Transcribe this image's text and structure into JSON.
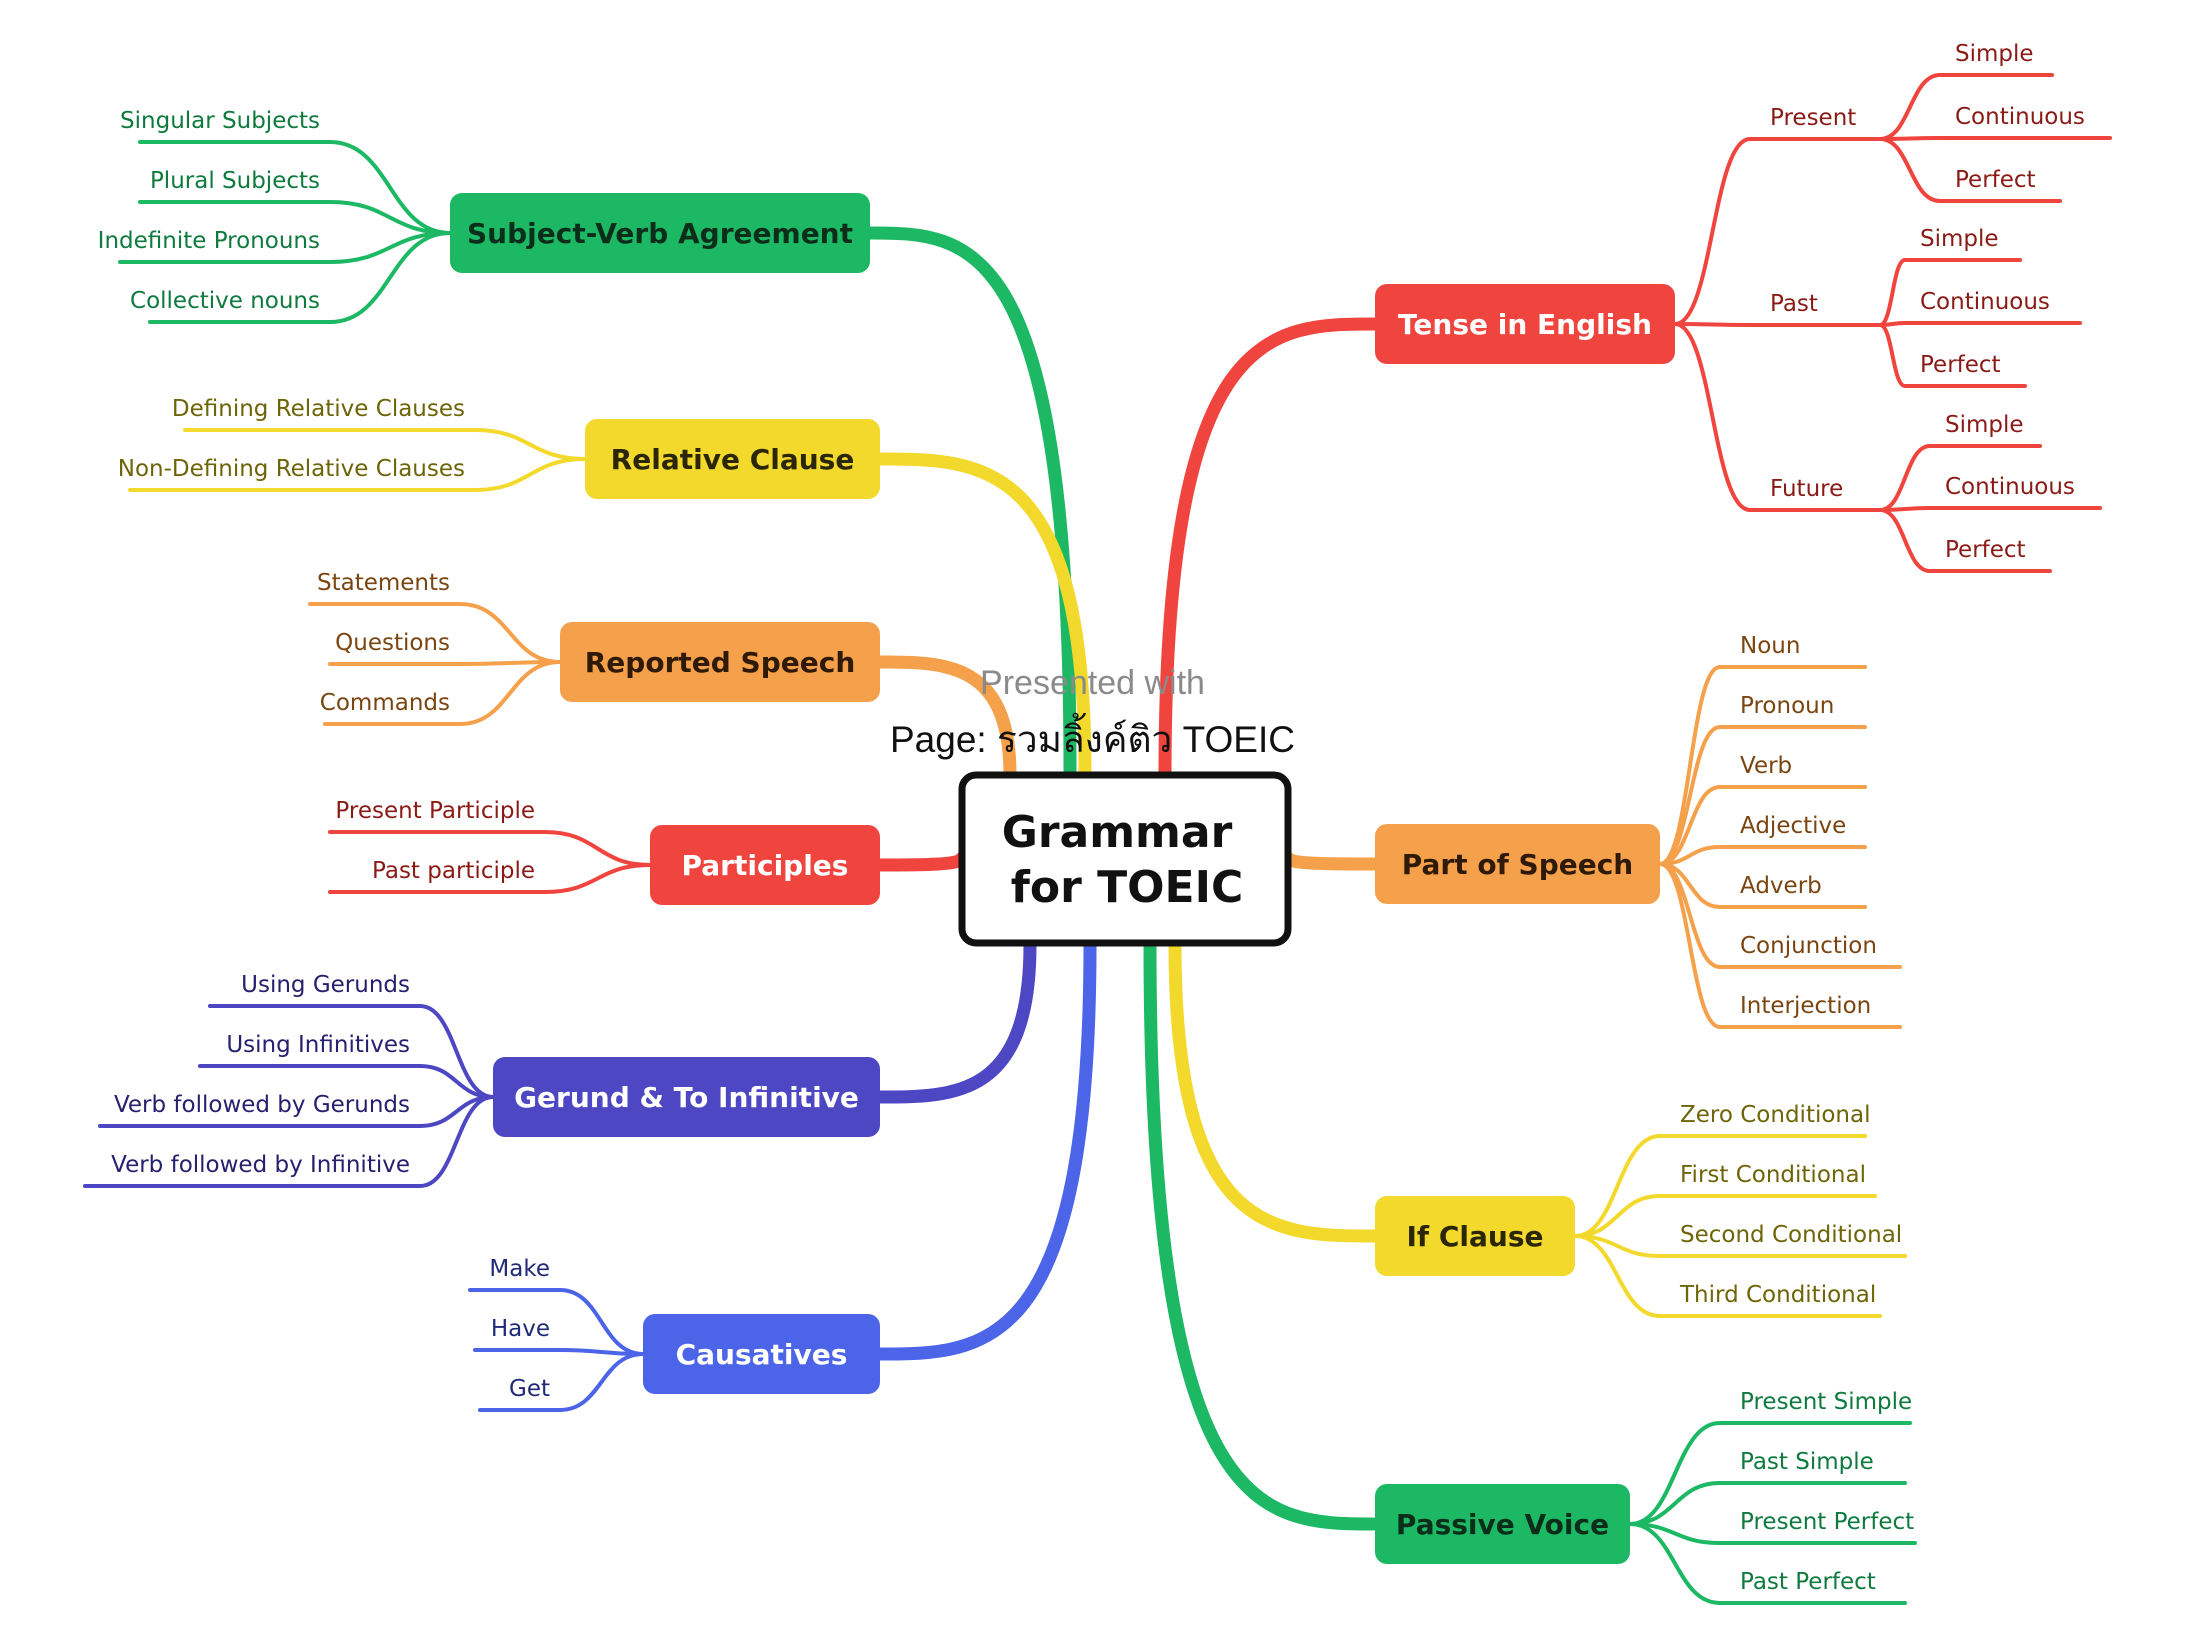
{
  "center": {
    "lines": [
      "Grammar",
      "for TOEIC"
    ]
  },
  "watermark": {
    "line1": "Presented with",
    "line2": "Page: รวมลิ้งค์ติว TOEIC"
  },
  "topics": [
    {
      "id": "subject-verb-agreement",
      "side": "left",
      "color": "#1db864",
      "text_color": "#0f7a3e",
      "title_color": "#0b2e1a",
      "label": "Subject-Verb Agreement",
      "items": [
        {
          "label": "Singular  Subjects"
        },
        {
          "label": "Plural Subjects"
        },
        {
          "label": "Indefinite Pronouns"
        },
        {
          "label": "Collective nouns"
        }
      ]
    },
    {
      "id": "relative-clause",
      "side": "left",
      "color": "#f2d92c",
      "text_color": "#6e6408",
      "title_color": "#2b2605",
      "label": "Relative Clause",
      "items": [
        {
          "label": "Defining Relative Clauses"
        },
        {
          "label": "Non-Defining Relative Clauses"
        }
      ]
    },
    {
      "id": "reported-speech",
      "side": "left",
      "color": "#f5a04a",
      "text_color": "#7a4510",
      "title_color": "#2e1a06",
      "label": "Reported Speech",
      "items": [
        {
          "label": "Statements"
        },
        {
          "label": "Questions"
        },
        {
          "label": "Commands"
        }
      ]
    },
    {
      "id": "participles",
      "side": "left",
      "color": "#f0443e",
      "text_color": "#8a1a16",
      "title_color": "#ffffff",
      "label": "Participles",
      "items": [
        {
          "label": "Present Participle"
        },
        {
          "label": "Past participle"
        }
      ]
    },
    {
      "id": "gerund-to-infinitive",
      "side": "left",
      "color": "#4d47c4",
      "text_color": "#25216e",
      "title_color": "#ffffff",
      "label": "Gerund & To Infinitive",
      "items": [
        {
          "label": "Using Gerunds"
        },
        {
          "label": "Using Infinitives"
        },
        {
          "label": "Verb followed by Gerunds"
        },
        {
          "label": "Verb followed by Infinitive"
        }
      ]
    },
    {
      "id": "causatives",
      "side": "left",
      "color": "#4c64e8",
      "text_color": "#1f2a78",
      "title_color": "#ffffff",
      "label": "Causatives",
      "items": [
        {
          "label": "Make"
        },
        {
          "label": "Have"
        },
        {
          "label": "Get"
        }
      ]
    },
    {
      "id": "tense-in-english",
      "side": "right",
      "color": "#f0443e",
      "text_color": "#8a1a16",
      "title_color": "#ffffff",
      "label": "Tense in English",
      "items": [
        {
          "label": "Present",
          "children": [
            {
              "label": "Simple"
            },
            {
              "label": "Continuous"
            },
            {
              "label": "Perfect"
            }
          ]
        },
        {
          "label": "Past",
          "children": [
            {
              "label": "Simple"
            },
            {
              "label": "Continuous"
            },
            {
              "label": "Perfect"
            }
          ]
        },
        {
          "label": "Future",
          "children": [
            {
              "label": "Simple"
            },
            {
              "label": "Continuous"
            },
            {
              "label": "Perfect"
            }
          ]
        }
      ]
    },
    {
      "id": "part-of-speech",
      "side": "right",
      "color": "#f5a04a",
      "text_color": "#7a4510",
      "title_color": "#2e1a06",
      "label": "Part of Speech",
      "items": [
        {
          "label": "Noun"
        },
        {
          "label": "Pronoun"
        },
        {
          "label": "Verb"
        },
        {
          "label": "Adjective"
        },
        {
          "label": "Adverb"
        },
        {
          "label": "Conjunction"
        },
        {
          "label": "Interjection"
        }
      ]
    },
    {
      "id": "if-clause",
      "side": "right",
      "color": "#f2d92c",
      "text_color": "#6e6408",
      "title_color": "#2b2605",
      "label": "If Clause",
      "items": [
        {
          "label": "Zero Conditional"
        },
        {
          "label": "First Conditional"
        },
        {
          "label": "Second Conditional"
        },
        {
          "label": "Third Conditional"
        }
      ]
    },
    {
      "id": "passive-voice",
      "side": "right",
      "color": "#1db864",
      "text_color": "#0f7a3e",
      "title_color": "#0b2e1a",
      "label": "Passive Voice",
      "items": [
        {
          "label": "Present Simple"
        },
        {
          "label": "Past Simple"
        },
        {
          "label": "Present Perfect"
        },
        {
          "label": "Past Perfect"
        }
      ]
    }
  ]
}
